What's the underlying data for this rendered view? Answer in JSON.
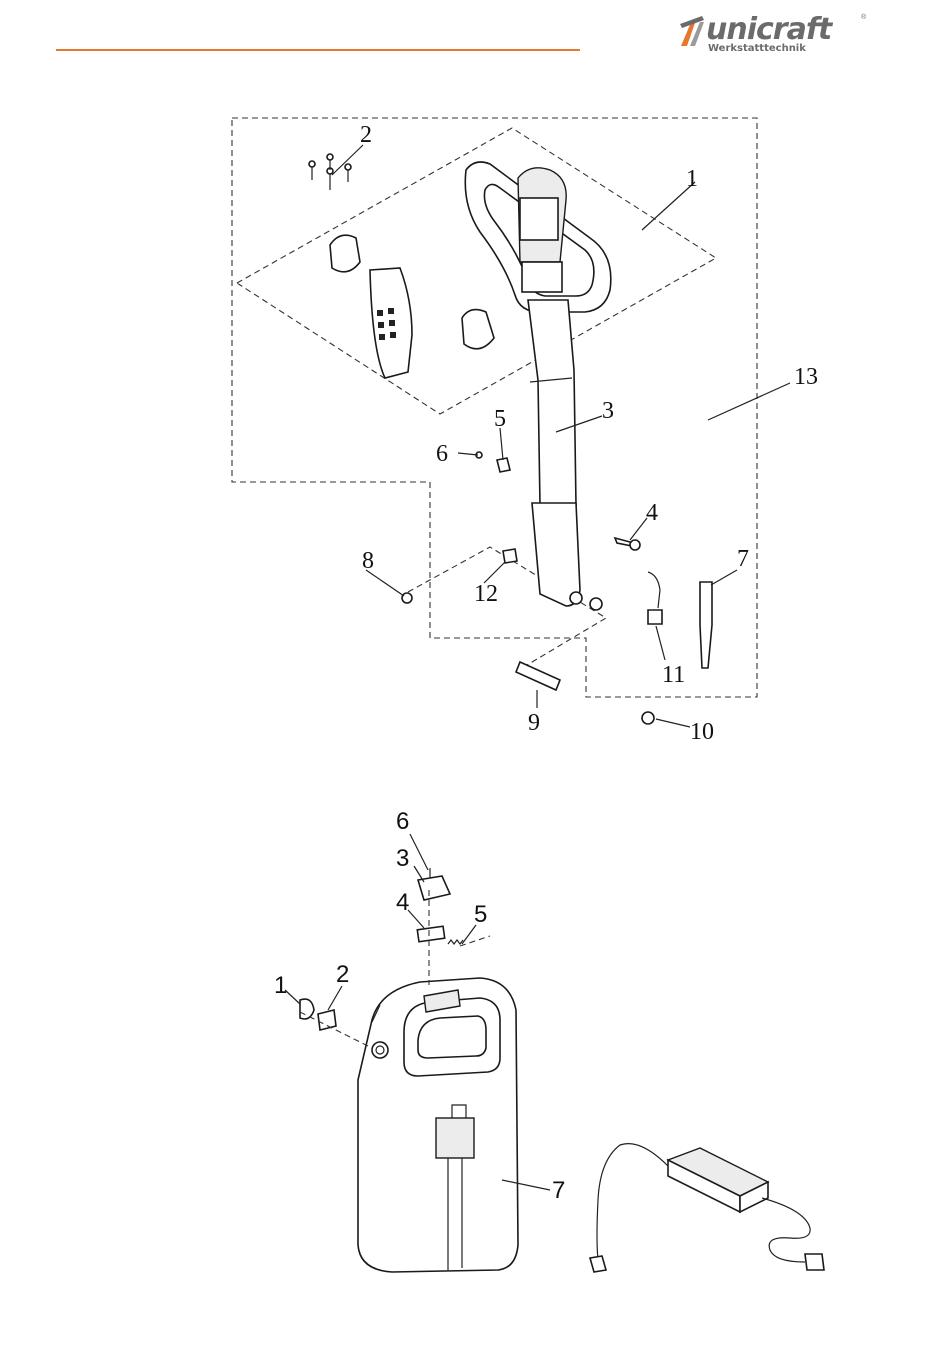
{
  "brand": {
    "name": "unicraft",
    "registered": "®",
    "subtitle": "Werkstatttechnik",
    "accent_color": "#e8762d"
  },
  "diagram_top": {
    "callouts": [
      "1",
      "2",
      "3",
      "4",
      "5",
      "6",
      "7",
      "8",
      "9",
      "10",
      "11",
      "12",
      "13"
    ]
  },
  "diagram_bottom": {
    "callouts": [
      "1",
      "2",
      "3",
      "4",
      "5",
      "6",
      "7"
    ]
  }
}
